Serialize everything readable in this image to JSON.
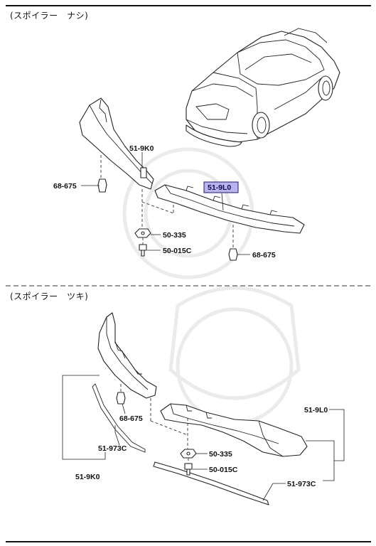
{
  "sections": {
    "top_caption": "(スポイラー　ナシ)",
    "bottom_caption": "(スポイラー　ツキ)"
  },
  "labels": {
    "top": {
      "bracket_left": "51-9K0",
      "spoiler_highlighted": "51-9L0",
      "clip_left": "68-675",
      "nut": "50-335",
      "bolt": "50-015C",
      "clip_right": "68-675"
    },
    "bottom": {
      "clip": "68-675",
      "strip_left": "51-973C",
      "bracket_left": "51-9K0",
      "spoiler_right": "51-9L0",
      "nut": "50-335",
      "bolt": "50-015C",
      "strip_right": "51-973C"
    }
  },
  "colors": {
    "highlight_fill": "#b9b4ee",
    "highlight_border": "#1c1a66",
    "line": "#222222"
  }
}
